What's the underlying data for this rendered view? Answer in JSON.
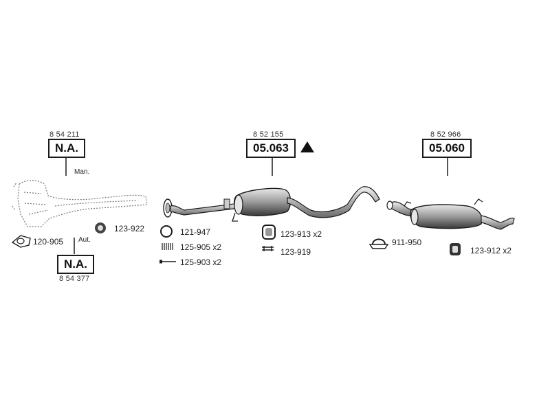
{
  "sections": {
    "left": {
      "top_code": "8 54 211",
      "top_box": "N.A.",
      "top_note": "Man.",
      "bottom_code": "8 54 377",
      "bottom_box": "N.A.",
      "bottom_note": "Aut."
    },
    "center": {
      "code": "8 52 155",
      "box": "05.063"
    },
    "right": {
      "code": "8 52 966",
      "box": "05.060"
    }
  },
  "parts": {
    "p120_905": "120-905",
    "p123_922": "123-922",
    "p121_947": "121-947",
    "p125_905": "125-905 x2",
    "p125_903": "125-903 x2",
    "p123_913": "123-913 x2",
    "p123_919": "123-919",
    "p911_950": "911-950",
    "p123_912": "123-912 x2"
  },
  "colors": {
    "line": "#1a1a1a",
    "shade": "#555555"
  }
}
